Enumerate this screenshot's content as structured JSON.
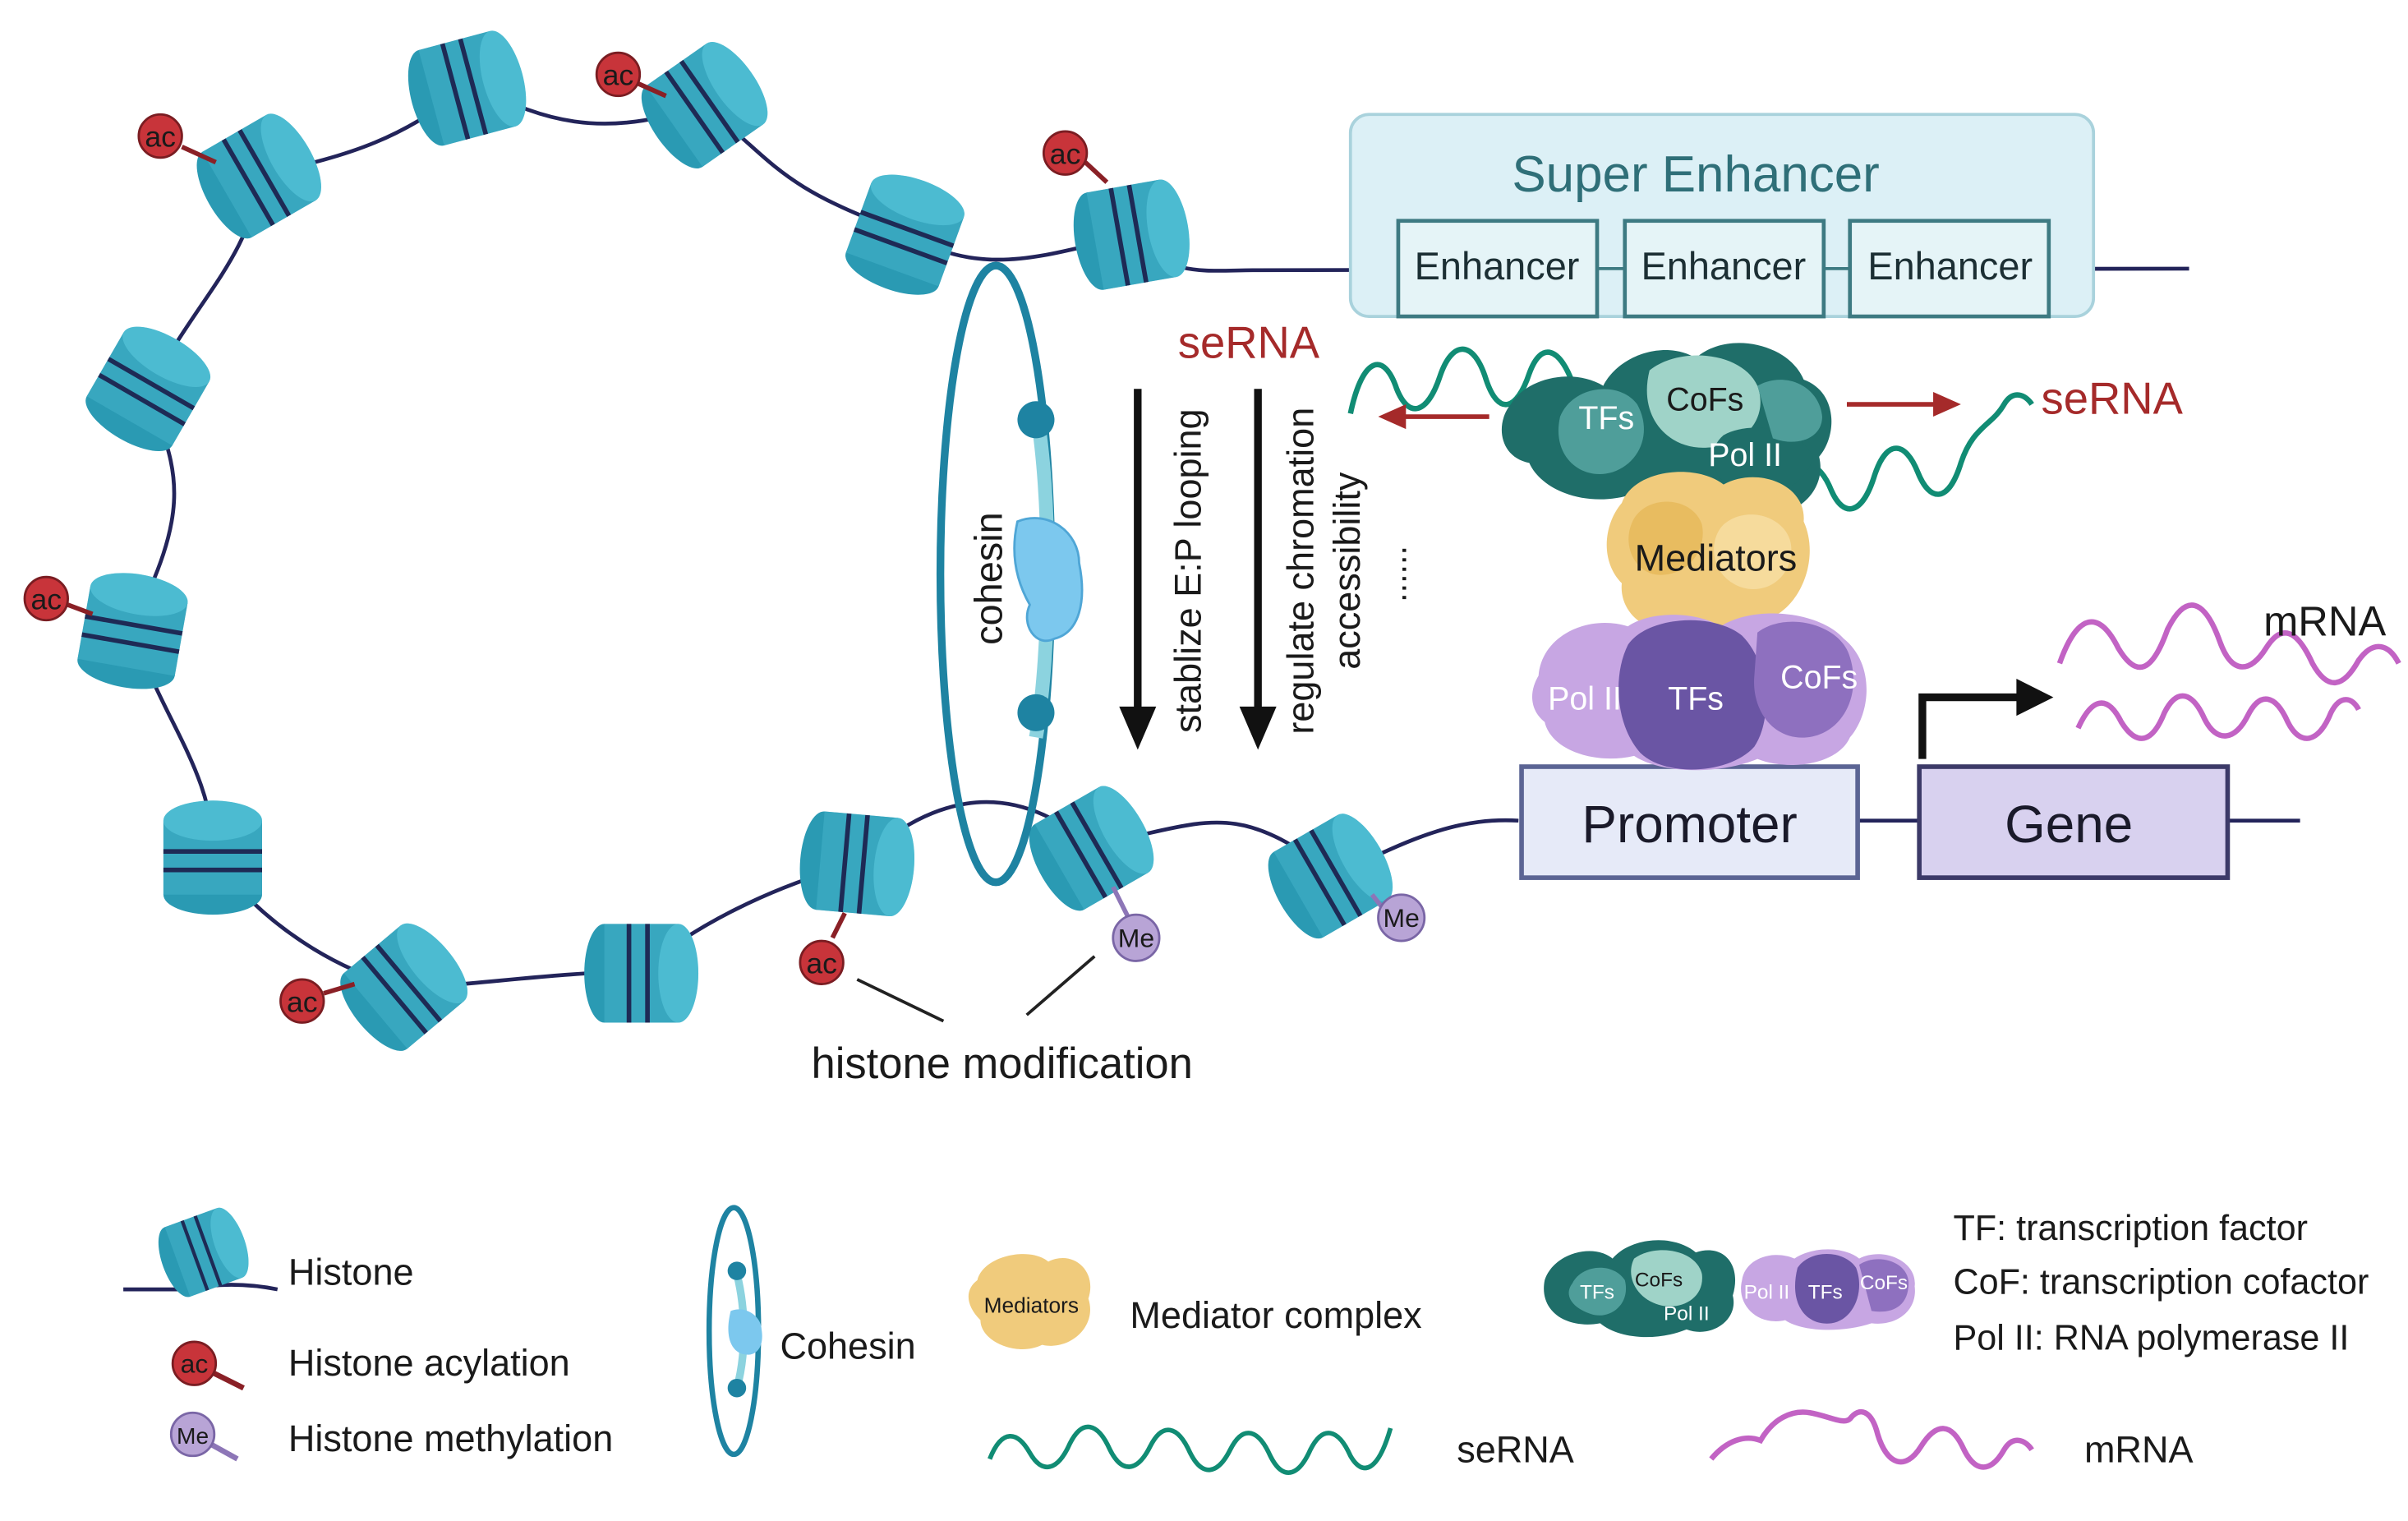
{
  "colors": {
    "histone_light": "#53c3d6",
    "histone_dark": "#2a9ab3",
    "histone_band": "#1e2a55",
    "dna": "#23245a",
    "acyl": "#c8343a",
    "methyl": "#b8a4d6",
    "cohesin_ring": "#1e83a2",
    "cohesin_body": "#7cc8ee",
    "serna_text": "#a52a2a",
    "serna_wave": "#118c74",
    "mrna_wave": "#c263c4",
    "enhancer_fill": "#dcf0f6",
    "enhancer_stroke": "#3d7a82",
    "promoter_fill": "#e6eaf8",
    "promoter_stroke": "#5b6494",
    "gene_fill": "#d8d1ef",
    "gene_stroke": "#3c3a68",
    "teal_dark": "#1f6e69",
    "teal_mid": "#4f9e9a",
    "teal_light": "#9fd3c8",
    "mediator": "#f0cb7c",
    "purple_light": "#c7a6e3",
    "purple_mid": "#8e70bf",
    "purple_dark": "#6a55a4"
  },
  "diagram": {
    "super_enhancer": "Super Enhancer",
    "enhancers": [
      "Enhancer",
      "Enhancer",
      "Enhancer"
    ],
    "serna_top": "seRNA",
    "serna_right": "seRNA",
    "arrow1_label": "stablize E:P looping",
    "arrow2_label_line1": "regulate chromation",
    "arrow2_label_line2": "accessibility",
    "ellipsis": "......",
    "cohesin_label": "cohesin",
    "top_complex": {
      "tfs": "TFs",
      "cofs": "CoFs",
      "pol2": "Pol II"
    },
    "mediators": "Mediators",
    "bottom_complex": {
      "pol2": "Pol II",
      "tfs": "TFs",
      "cofs": "CoFs"
    },
    "promoter": "Promoter",
    "gene": "Gene",
    "mrna": "mRNA",
    "histone_modification": "histone modification",
    "ac": "ac",
    "me": "Me"
  },
  "legend": {
    "histone": "Histone",
    "acylation": "Histone acylation",
    "methylation": "Histone  methylation",
    "cohesin": "Cohesin",
    "mediator_complex": "Mediator complex",
    "mediators_icon": "Mediators",
    "serna": "seRNA",
    "mrna": "mRNA",
    "tf_def": "TF: transcription factor",
    "cof_def": "CoF: transcription cofactor",
    "pol_def": "Pol II: RNA polymerase II",
    "icon_tfs": "TFs",
    "icon_cofs": "CoFs",
    "icon_pol2": "Pol II",
    "ac_icon": "ac",
    "me_icon": "Me"
  }
}
